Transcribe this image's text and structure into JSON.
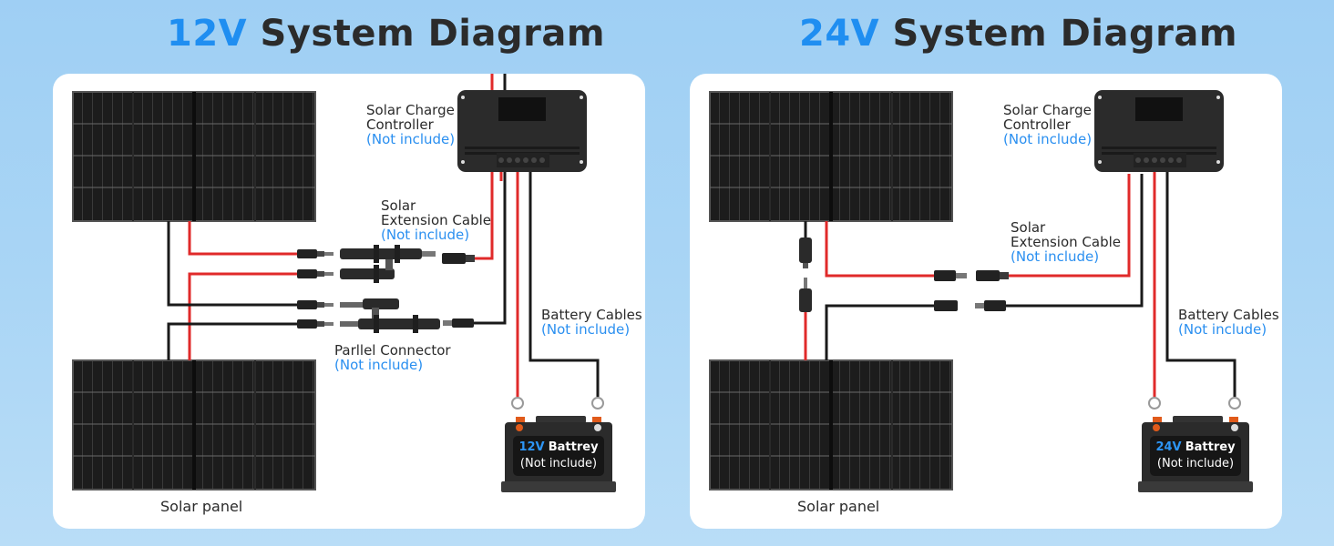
{
  "diagrams": [
    {
      "title_accent": "12V",
      "title_rest": " System Diagram",
      "controller_label": [
        "Solar Charge",
        "Controller"
      ],
      "controller_note": "(Not include)",
      "extension_label": [
        "Solar",
        "Extension Cable"
      ],
      "extension_note": "(Not include)",
      "parallel_label": "Parllel Connector",
      "parallel_note": "(Not include)",
      "battery_cables_label": "Battery Cables",
      "battery_cables_note": "(Not include)",
      "battery_voltage": "12V",
      "battery_name": "Battrey",
      "battery_note": "(Not include)",
      "panel_caption": "Solar panel",
      "wiring": "parallel"
    },
    {
      "title_accent": "24V",
      "title_rest": " System Diagram",
      "controller_label": [
        "Solar Charge",
        "Controller"
      ],
      "controller_note": "(Not include)",
      "extension_label": [
        "Solar",
        "Extension Cable"
      ],
      "extension_note": "(Not include)",
      "battery_cables_label": "Battery Cables",
      "battery_cables_note": "(Not include)",
      "battery_voltage": "24V",
      "battery_name": "Battrey",
      "battery_note": "(Not include)",
      "panel_caption": "Solar panel",
      "wiring": "series"
    }
  ],
  "colors": {
    "accent": "#1f8ef1",
    "note": "#2a8ff0",
    "positive_wire": "#e02a2a",
    "negative_wire": "#1a1a1a",
    "panel": "#1c1c1c",
    "background": "#a9d5f5"
  }
}
